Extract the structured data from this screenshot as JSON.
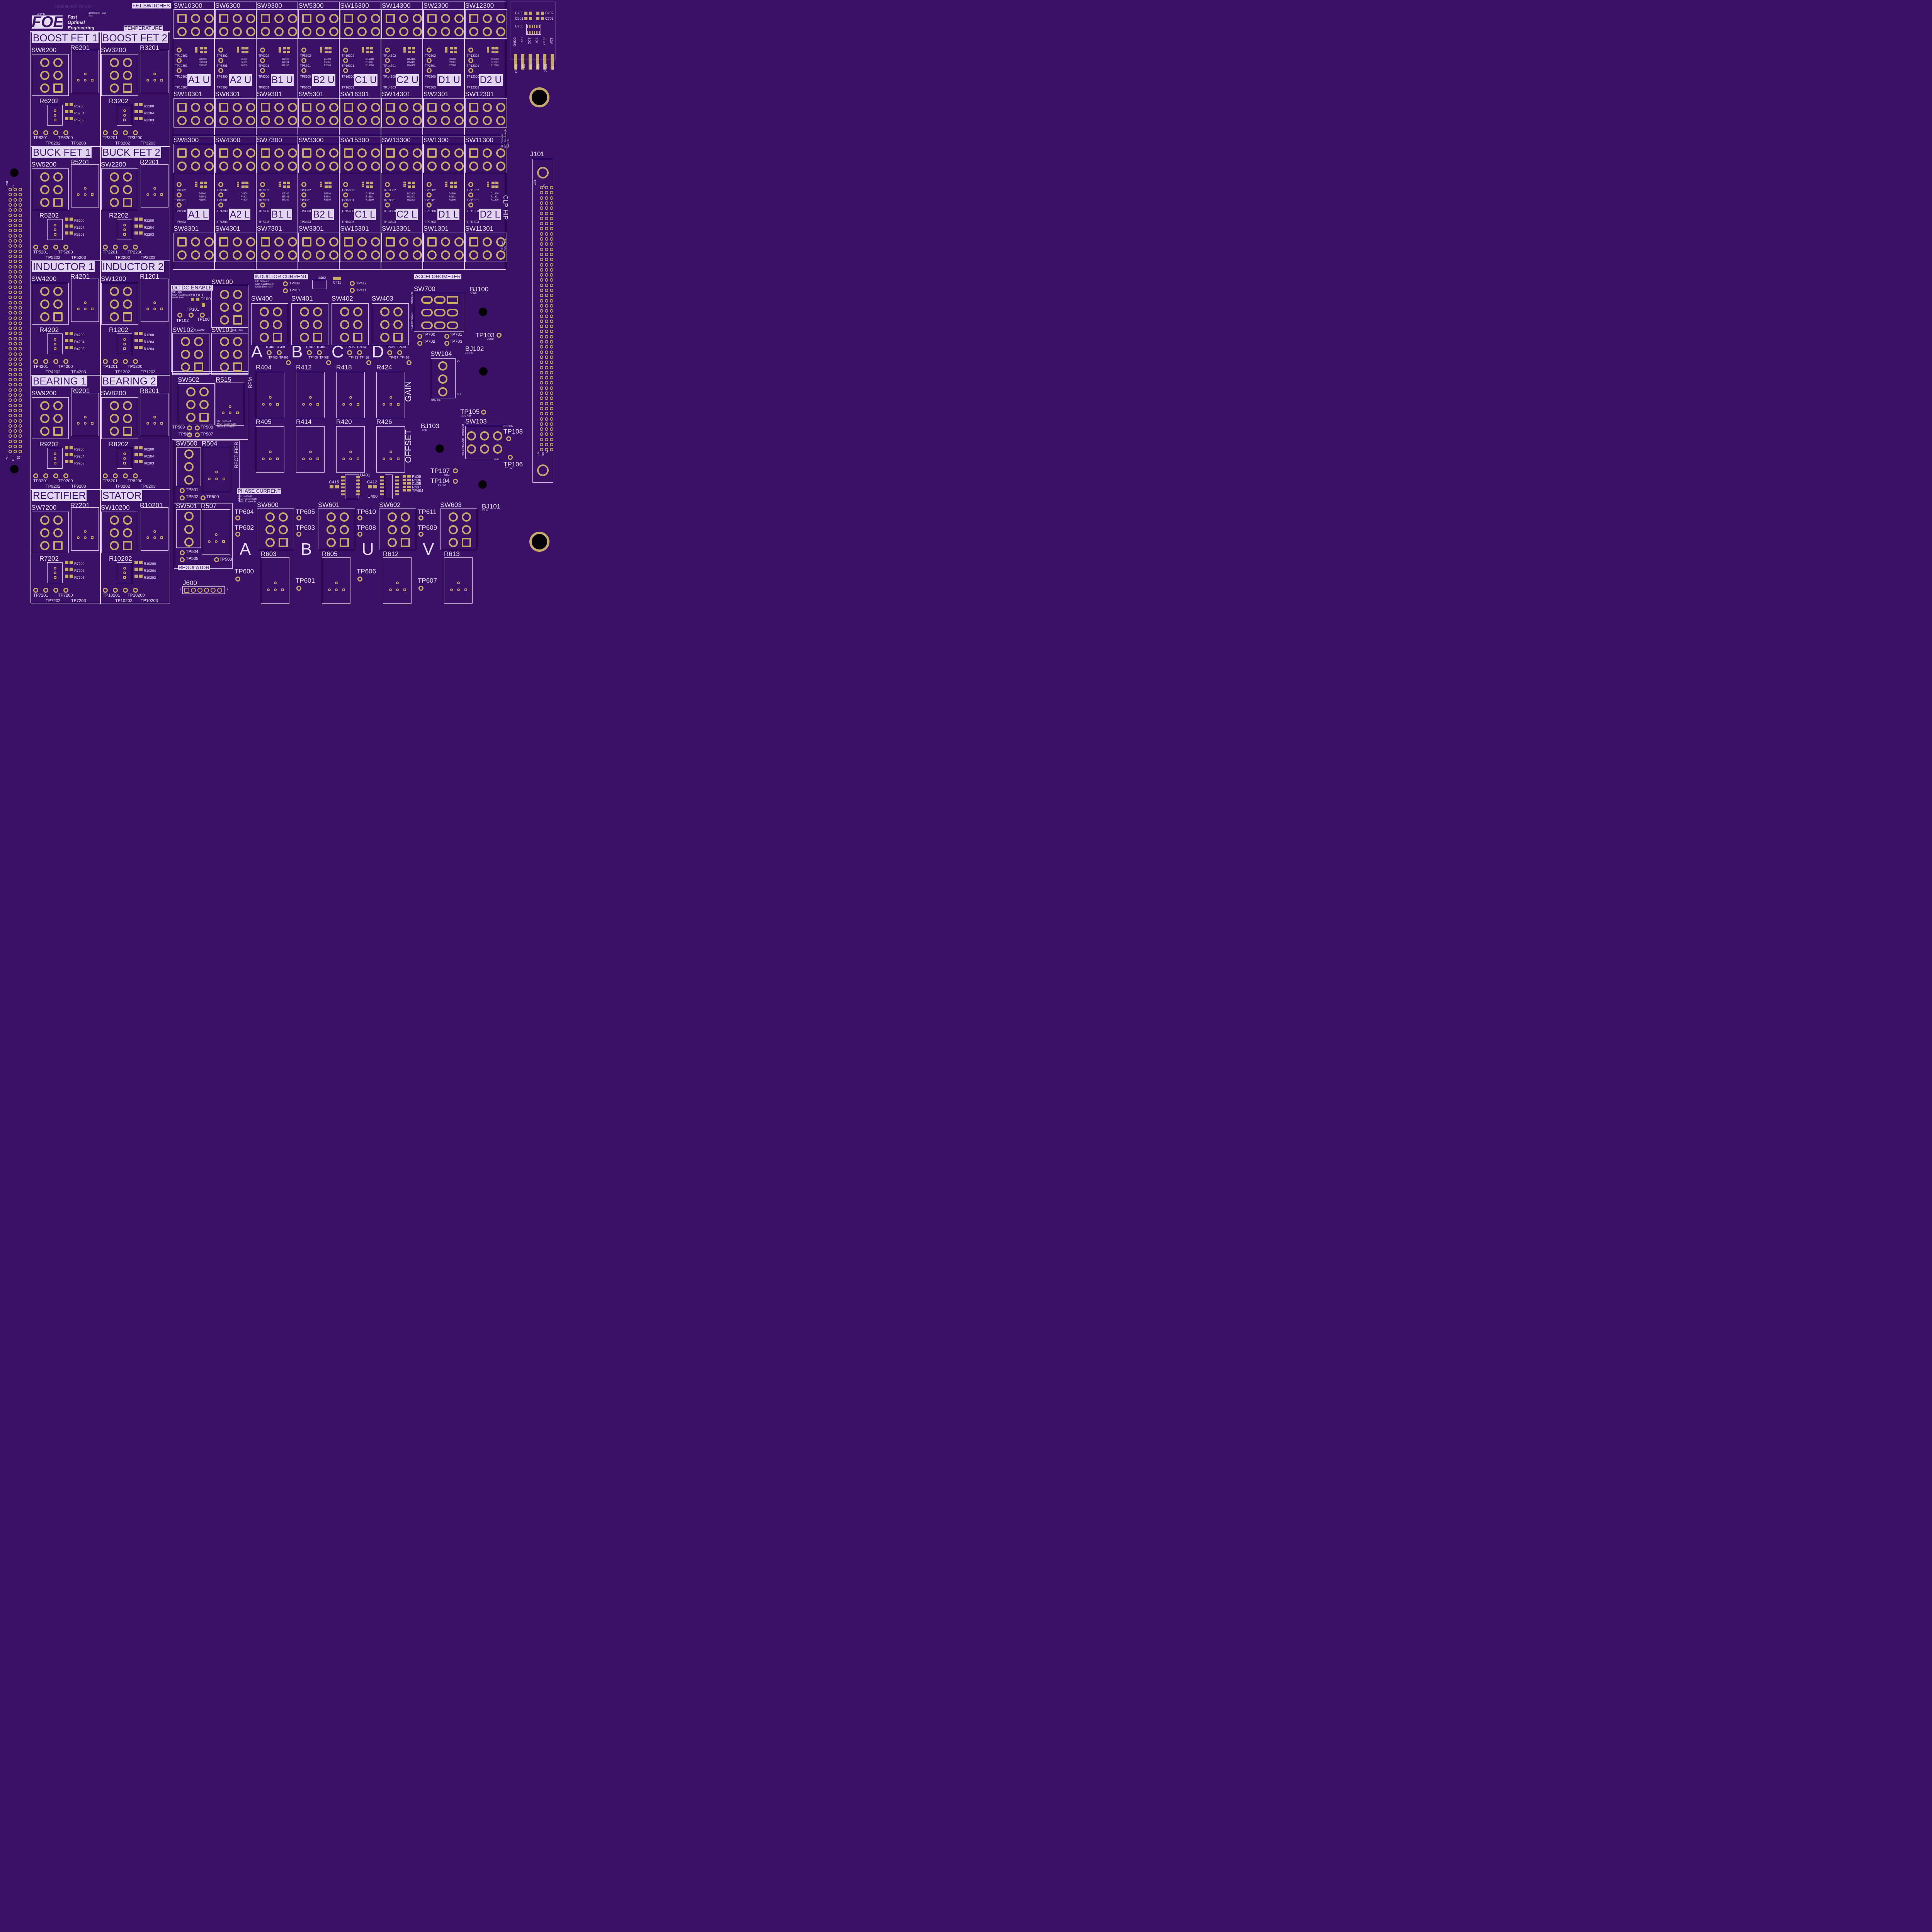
{
  "board": {
    "part_id": "405090000 Rev 0",
    "logo_text": "FOE",
    "tagline": [
      "Fast",
      "Optimal",
      "Engineering"
    ],
    "corner_notes": [
      "LP PFIB",
      "405090000 Rev0",
      "S/N:"
    ]
  },
  "sections": {
    "fet_switches": "FET SWITCHES",
    "temperature": "TEMPERATURE",
    "dcdc_enable": "DC-DC ENABLE",
    "inductor_current": "INDUCTOR CURRENT",
    "accelerometer": "ACCELOROMETER",
    "phase_current": "PHASE CURRENT",
    "rpm": "RPM",
    "rectifier": "RECTIFIER",
    "regulator": "REGULATOR",
    "gain": "GAIN",
    "offset": "OFFSET"
  },
  "temp_channels": [
    {
      "title": "BOOST FET 1",
      "sw": "SW6200",
      "r1": "R6201",
      "r2": "R6202",
      "smd": [
        "R6200",
        "R6204",
        "R6203"
      ],
      "tp": [
        "TP6201",
        "TP6200",
        "TP6202",
        "TP6203"
      ]
    },
    {
      "title": "BOOST FET 2",
      "sw": "SW3200",
      "r1": "R3201",
      "r2": "R3202",
      "smd": [
        "R3200",
        "R3204",
        "R3203"
      ],
      "tp": [
        "TP3201",
        "TP3200",
        "TP3202",
        "TP3203"
      ]
    },
    {
      "title": "BUCK FET 1",
      "sw": "SW5200",
      "r1": "R5201",
      "r2": "R5202",
      "smd": [
        "R5200",
        "R5204",
        "R5203"
      ],
      "tp": [
        "TP5201",
        "TP5200",
        "TP5202",
        "TP5203"
      ]
    },
    {
      "title": "BUCK FET 2",
      "sw": "SW2200",
      "r1": "R2201",
      "r2": "R2202",
      "smd": [
        "R2200",
        "R2204",
        "R2203"
      ],
      "tp": [
        "TP2201",
        "TP2200",
        "TP2202",
        "TP2203"
      ]
    },
    {
      "title": "INDUCTOR 1",
      "sw": "SW4200",
      "r1": "R4201",
      "r2": "R4202",
      "smd": [
        "R4200",
        "R4204",
        "R4203"
      ],
      "tp": [
        "TP4201",
        "TP4200",
        "TP4202",
        "TP4203"
      ]
    },
    {
      "title": "INDUCTOR 2",
      "sw": "SW1200",
      "r1": "R1201",
      "r2": "R1202",
      "smd": [
        "R1200",
        "R1204",
        "R1203"
      ],
      "tp": [
        "TP1201",
        "TP1200",
        "TP1202",
        "TP1203"
      ]
    },
    {
      "title": "BEARING 1",
      "sw": "SW9200",
      "r1": "R9201",
      "r2": "R9202",
      "smd": [
        "R9200",
        "R9204",
        "R9203"
      ],
      "tp": [
        "TP9201",
        "TP9200",
        "TP9202",
        "TP9203"
      ]
    },
    {
      "title": "BEARING 2",
      "sw": "SW8200",
      "r1": "R8201",
      "r2": "R8202",
      "smd": [
        "R8200",
        "R8204",
        "R8203"
      ],
      "tp": [
        "TP8201",
        "TP8200",
        "TP8202",
        "TP8203"
      ]
    },
    {
      "title": "RECTIFIER",
      "sw": "SW7200",
      "r1": "R7201",
      "r2": "R7202",
      "smd": [
        "R7200",
        "R7204",
        "R7203"
      ],
      "tp": [
        "TP7201",
        "TP7200",
        "TP7202",
        "TP7203"
      ]
    },
    {
      "title": "STATOR",
      "sw": "SW10200",
      "r1": "R10201",
      "r2": "R10202",
      "smd": [
        "R10200",
        "R10204",
        "R10203"
      ],
      "tp": [
        "TP10201",
        "TP10200",
        "TP10202",
        "TP10203"
      ]
    }
  ],
  "fet_upper": [
    {
      "sw": "SW10300",
      "sw2": "SW10301",
      "label": "A1 U",
      "tp": [
        "TP10302",
        "TP10301",
        "TP10300",
        "TP10303"
      ],
      "smd": [
        "D10300",
        "R10301",
        "R10300"
      ]
    },
    {
      "sw": "SW6300",
      "sw2": "SW6301",
      "label": "A2 U",
      "tp": [
        "TP6302",
        "TP6301",
        "TP6300",
        "TP6303"
      ],
      "smd": [
        "D6300",
        "R6301",
        "R6300"
      ]
    },
    {
      "sw": "SW9300",
      "sw2": "SW9301",
      "label": "B1 U",
      "tp": [
        "TP9302",
        "TP9301",
        "TP9300",
        "TP9303"
      ],
      "smd": [
        "D9300",
        "R9301",
        "R9300"
      ]
    },
    {
      "sw": "SW5300",
      "sw2": "SW5301",
      "label": "B2 U",
      "tp": [
        "TP5302",
        "TP5301",
        "TP5300",
        "TP5303"
      ],
      "smd": [
        "D5300",
        "R5301",
        "R5300"
      ]
    },
    {
      "sw": "SW16300",
      "sw2": "SW16301",
      "label": "C1 U",
      "tp": [
        "TP16302",
        "TP16301",
        "TP16300",
        "TP16303"
      ],
      "smd": [
        "D16300",
        "R16301",
        "R16300"
      ]
    },
    {
      "sw": "SW14300",
      "sw2": "SW14301",
      "label": "C2 U",
      "tp": [
        "TP14302",
        "TP14301",
        "TP14300",
        "TP14303"
      ],
      "smd": [
        "D14300",
        "R14301",
        "R14300"
      ]
    },
    {
      "sw": "SW2300",
      "sw2": "SW2301",
      "label": "D1 U",
      "tp": [
        "TP2302",
        "TP2301",
        "TP2300",
        "TP2303"
      ],
      "smd": [
        "D2300",
        "R2301",
        "R2300"
      ]
    },
    {
      "sw": "SW12300",
      "sw2": "SW12301",
      "label": "D2 U",
      "tp": [
        "TP12302",
        "TP12301",
        "TP12300",
        "TP12303"
      ],
      "smd": [
        "D12300",
        "R12301",
        "R12300"
      ]
    }
  ],
  "fet_lower": [
    {
      "sw": "SW8300",
      "sw2": "SW8301",
      "label": "A1 L",
      "tp": [
        "TP8302",
        "TP8301",
        "TP8300",
        "TP8303"
      ],
      "smd": [
        "D8300",
        "R8301",
        "R8300"
      ]
    },
    {
      "sw": "SW4300",
      "sw2": "SW4301",
      "label": "A2 L",
      "tp": [
        "TP4302",
        "TP4301",
        "TP4300",
        "TP4303"
      ],
      "smd": [
        "D4300",
        "R4301",
        "R4300"
      ]
    },
    {
      "sw": "SW7300",
      "sw2": "SW7301",
      "label": "B1 L",
      "tp": [
        "TP7302",
        "TP7301",
        "TP7300",
        "TP7303"
      ],
      "smd": [
        "D7300",
        "R7301",
        "R7300"
      ]
    },
    {
      "sw": "SW3300",
      "sw2": "SW3301",
      "label": "B2 L",
      "tp": [
        "TP3302",
        "TP3301",
        "TP3300",
        "TP3303"
      ],
      "smd": [
        "D3300",
        "R3301",
        "R3300"
      ]
    },
    {
      "sw": "SW15300",
      "sw2": "SW15301",
      "label": "C1 L",
      "tp": [
        "TP15302",
        "TP15301",
        "TP15300",
        "TP15303"
      ],
      "smd": [
        "D15300",
        "R15301",
        "R15300"
      ]
    },
    {
      "sw": "SW13300",
      "sw2": "SW13301",
      "label": "C2 L",
      "tp": [
        "TP13302",
        "TP13301",
        "TP13300",
        "TP13303"
      ],
      "smd": [
        "D13300",
        "R13301",
        "R13300"
      ]
    },
    {
      "sw": "SW1300",
      "sw2": "SW1301",
      "label": "D1 L",
      "tp": [
        "TP1302",
        "TP1301",
        "TP1300",
        "TP1303"
      ],
      "smd": [
        "D1300",
        "R1301",
        "R1300"
      ]
    },
    {
      "sw": "SW11300",
      "sw2": "SW11301",
      "label": "D2 L",
      "tp": [
        "TP11302",
        "TP11301",
        "TP11300",
        "TP11303"
      ],
      "smd": [
        "D11300",
        "R11301",
        "R11300"
      ]
    }
  ],
  "fet_legend_upper": [
    "UP: Onboard",
    "MID: Passthrough",
    "DWN: Ext"
  ],
  "fet_legend_lower": [
    "UP: Open",
    "DWN: Close"
  ],
  "side_labels": {
    "clp": "CLP",
    "hip": "HIP"
  },
  "inductor": {
    "ic": "U402",
    "cap": "C411",
    "legend": [
      "UP: Onboard",
      "MID: Passthrough",
      "DWN: External In"
    ],
    "tp_top": [
      "TP409",
      "TP410",
      "TP412",
      "TP411"
    ],
    "switches": [
      "SW400",
      "SW401",
      "SW402",
      "SW403"
    ],
    "letters": [
      "A",
      "B",
      "C",
      "D"
    ],
    "tp_sub": [
      [
        "TP402",
        "TP401",
        "TP400",
        "TP403"
      ],
      [
        "TP407",
        "TP406",
        "TP405",
        "TP408"
      ],
      [
        "TP415",
        "TP414",
        "TP413",
        "TP416"
      ],
      [
        "TP419",
        "TP418",
        "TP417",
        "TP420"
      ]
    ],
    "gain_r": [
      "R404",
      "R412",
      "R418",
      "R424"
    ],
    "offset_r": [
      "R405",
      "R414",
      "R420",
      "R426"
    ]
  },
  "dcdc": {
    "legend": [
      "UP: High",
      "MID: Passthrough",
      "DWN: Low"
    ],
    "sw": "SW100",
    "r": [
      "R100",
      "R101"
    ],
    "d": "D100",
    "tp": [
      "TP101",
      "TP102",
      "TP100"
    ],
    "sw102": "SW102",
    "sw102_note": "0_3AW42",
    "sw101": "SW101",
    "sw101_note": "T18_T33A"
  },
  "rpm": {
    "sw": "SW502",
    "r": "R515",
    "legend": [
      "UP: Onboard",
      "MID: Passthrough",
      "DWN: External In"
    ],
    "tp": [
      "TP509",
      "TP508",
      "TP506",
      "TP507"
    ]
  },
  "rectifier_blk": {
    "sw": "SW500",
    "r": "R504",
    "tp": [
      "TP501",
      "TP502",
      "TP500"
    ]
  },
  "regulator_blk": {
    "sw": "SW501",
    "r": "R507",
    "tp": [
      "TP504",
      "TP505",
      "TP503"
    ]
  },
  "amp": {
    "u1": "U401",
    "u2": "U400",
    "c1": "C415",
    "c2": "C412",
    "smd": [
      "R408",
      "R406",
      "C405",
      "R407",
      "TP404"
    ]
  },
  "phase": {
    "legend": [
      "UP: Onboard",
      "MID: Passthrough",
      "DWN: External In"
    ],
    "switches": [
      "SW600",
      "SW601",
      "SW602",
      "SW603"
    ],
    "letters": [
      "A",
      "B",
      "U",
      "V"
    ],
    "tp_a": [
      [
        "TP604",
        "TP602"
      ],
      [
        "TP605",
        "TP603"
      ],
      [
        "TP610",
        "TP608"
      ],
      [
        "TP611",
        "TP609"
      ]
    ],
    "resistors": [
      "R603",
      "R605",
      "R612",
      "R613"
    ],
    "tp_b": [
      "TP600",
      "TP601",
      "TP606",
      "TP607"
    ]
  },
  "j600": {
    "name": "J600",
    "pin1": "1",
    "pin6": "6"
  },
  "accel": {
    "sw": "SW700",
    "side": [
      "ONBOARD",
      "PASSTHROUGH"
    ],
    "tp": [
      "TP700",
      "TP701",
      "TP702",
      "TP703"
    ],
    "caps": [
      "C700",
      "C701",
      "C702",
      "C703"
    ],
    "ic": "U700",
    "header_pins": [
      "DGND",
      "CS",
      "SDO",
      "SDI",
      "SCLK",
      "3.3V"
    ]
  },
  "power": {
    "bj100": "BJ100",
    "bj100_sub": "DGND",
    "tp103": "TP103",
    "tp103_sub": "DGND",
    "bj102": "BJ102",
    "bj102_sub": "3.3V IN",
    "sw104": "SW104",
    "sw104_on": "ON",
    "sw104_off": "OFF",
    "sw104_gnd": "GND TIE",
    "tp105": "TP105",
    "tp105_sub": "3.3V REF",
    "sw103": "SW103",
    "sw103_side": [
      "ONBOARD",
      "PASSTHROUGH"
    ],
    "sw103_sub": "+0 IN",
    "bj103": "BJ103",
    "bj103_sub": "GND",
    "tp108": "TP108",
    "tp108_sub": "CTL 3.3V",
    "tp106": "TP106",
    "tp106_sub": "CTL 5V",
    "tp107": "TP107",
    "tp107_sub": "GND",
    "tp104": "TP104",
    "tp104_sub": "5V REF",
    "bj101": "BJ101",
    "bj101_sub": "5V IN"
  },
  "connector": {
    "name": "J101",
    "pins": [
      "102",
      "52",
      "152",
      "101",
      "51",
      "1"
    ]
  },
  "left_header": {
    "pins": [
      "102",
      "52",
      "152",
      "101",
      "51",
      "1"
    ]
  }
}
